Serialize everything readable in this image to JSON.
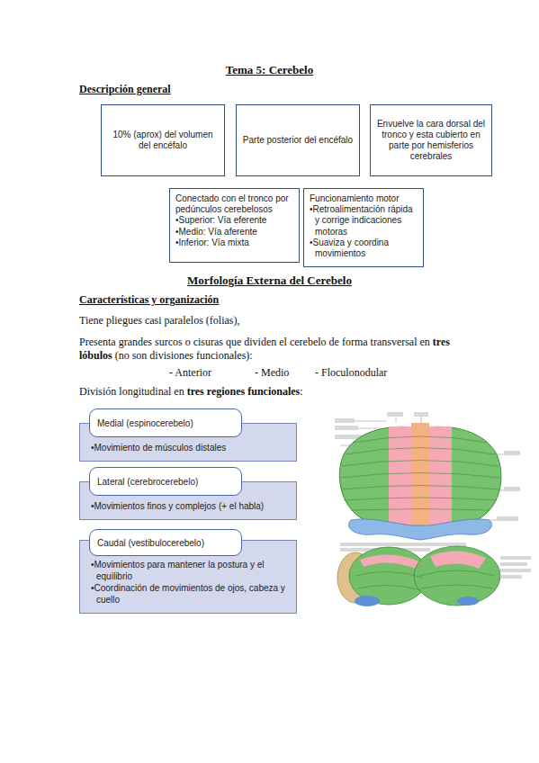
{
  "diagram": {
    "title": "Tema 5: Cerebelo",
    "nodes": [
      {
        "text": [
          "10% (aprox) del volumen del encéfalo"
        ]
      },
      {
        "text": [
          "Parte posterior del encéfalo"
        ]
      },
      {
        "text": [
          "Envuelve la cara dorsal del tronco y esta cubierto en parte por hemisferios cerebrales"
        ]
      },
      {
        "text": [
          "Conectado con el tronco por pedúnculos cerebelosos",
          "•Superior: Vía eferente",
          "•Medio: Vía aferente",
          "•Inferior: Vía mixta"
        ]
      },
      {
        "text": [
          "Funcionamiento motor",
          "•Retroalimentación rápida y corrige indicaciones motoras",
          "•Suaviza y coordina movimientos"
        ]
      },
      {
        "text": [
          "•Movimiento de músculos distales"
        ]
      },
      {
        "text": [
          "Medial (espinocerebelo)"
        ],
        "in": 5
      },
      {
        "text": [
          "•Movimientos finos y complejos (+ el habla)"
        ]
      },
      {
        "text": [
          "Lateral (cerebrocerebelo)"
        ],
        "in": 7
      },
      {
        "text": [
          "•Movimientos para mantener la postura y el equilibrio",
          "•Coordinación de movimientos de ojos, cabeza y cuello"
        ]
      },
      {
        "text": [
          "Caudal (vestibulocerebelo)"
        ],
        "in": 9
      }
    ],
    "labels": [
      "Descripción general",
      "Morfología Externa del Cerebelo",
      "Características y organización",
      "Tiene pliegues casi paralelos (folias),",
      "Presenta grandes surcos o cisuras que dividen el cerebelo de forma transversal en",
      "tres lóbulos",
      "(no son divisiones funcionales):",
      "- Anterior",
      "- Medio",
      "- Floculonodular",
      "División longitudinal en",
      "tres regiones funcionales",
      ":"
    ]
  }
}
